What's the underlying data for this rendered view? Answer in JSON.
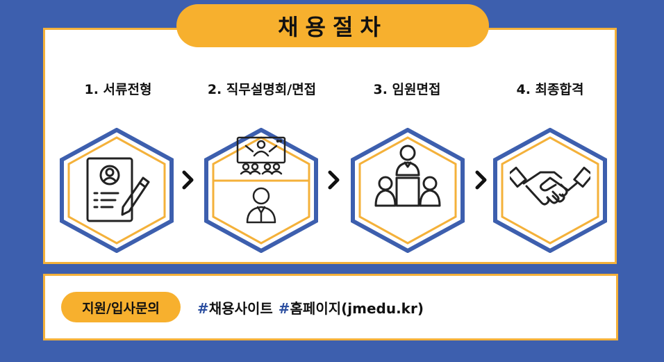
{
  "title": "채용절차",
  "steps": [
    {
      "label": "1. 서류전형",
      "icon": "resume-document-icon"
    },
    {
      "label": "2. 직무설명회/면접",
      "icon": "presentation-interview-icon"
    },
    {
      "label": "3. 임원면접",
      "icon": "executive-meeting-icon"
    },
    {
      "label": "4. 최종합격",
      "icon": "handshake-icon"
    }
  ],
  "footer": {
    "contact_label": "지원/입사문의",
    "hashtags": [
      {
        "hash": "#",
        "text": "채용사이트"
      },
      {
        "hash": "#",
        "text": "홈페이지(jmedu.kr)"
      }
    ]
  },
  "colors": {
    "background": "#3d5fae",
    "accent": "#f7b02e",
    "hex_outer": "#3d5fae",
    "hex_inner": "#f4b13a"
  }
}
